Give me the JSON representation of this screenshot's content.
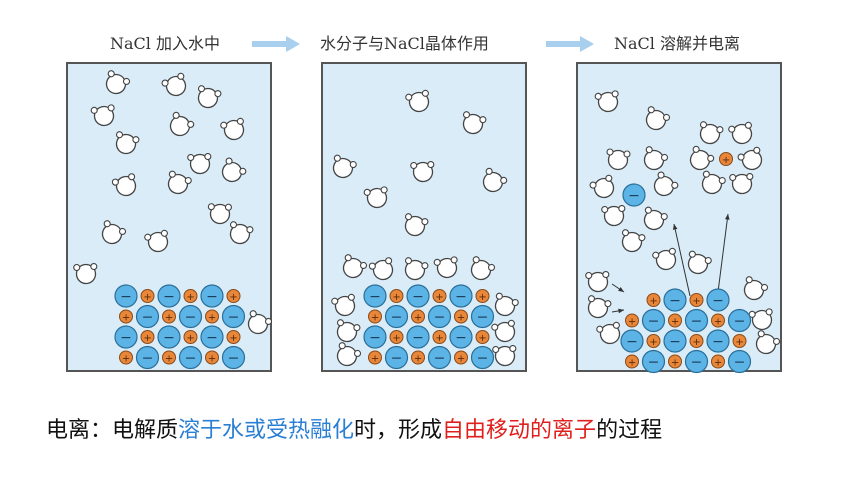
{
  "steps": [
    {
      "label": "NaCl 加入水中"
    },
    {
      "label": "水分子与NaCl晶体作用"
    },
    {
      "label": "NaCl 溶解并电离"
    }
  ],
  "caption": {
    "prefix": "电离：电解质",
    "blue": "溶于水或受热融化",
    "mid": "时，形成",
    "red": "自由移动的离子",
    "suffix": "的过程"
  },
  "ion_signs": {
    "chloride": "−",
    "sodium": "+"
  },
  "colors": {
    "chloride": "#5bb3e6",
    "sodium": "#e8873a",
    "water": "#ffffff",
    "panel_bg": "#d9ecf8",
    "arrow": "#a8cfee",
    "highlight_blue": "#2a7fd4",
    "highlight_red": "#e0201c"
  }
}
